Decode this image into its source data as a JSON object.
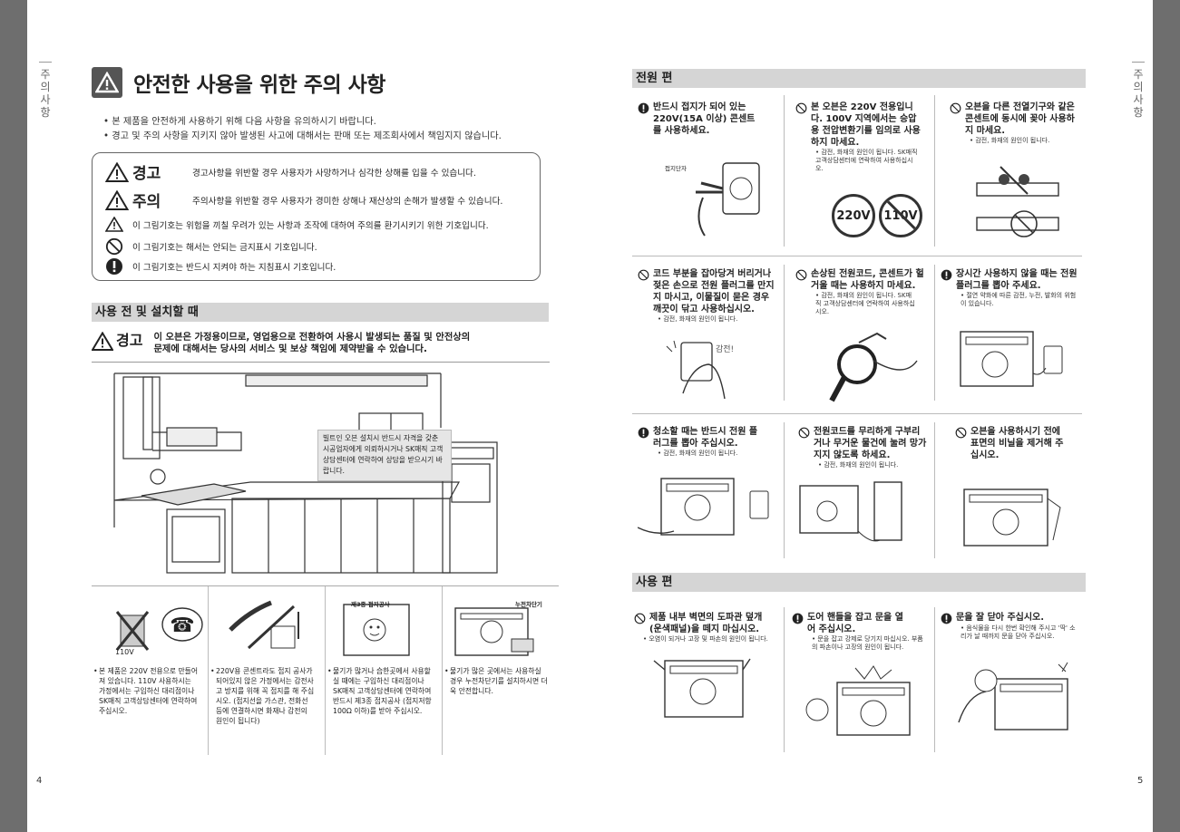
{
  "side_tab": "주의 사항",
  "page_numbers": {
    "left": "4",
    "right": "5"
  },
  "left": {
    "title": "안전한 사용을 위한 주의 사항",
    "bullets": [
      "본 제품을 안전하게 사용하기 위해 다음 사항을 유의하시기 바랍니다.",
      "경고 및 주의 사항을 지키지 않아 발생된 사고에 대해서는 판매 또는 제조회사에서 책임지지 않습니다."
    ],
    "legend": {
      "warning_label": "경고",
      "warning_text": "경고사항을 위반할 경우 사용자가 사망하거나 심각한 상해를 입을 수 있습니다.",
      "caution_label": "주의",
      "caution_text": "주의사항을 위반할 경우 사용자가 경미한 상해나 재산상의 손해가 발생할 수 있습니다.",
      "symbol_triangle": "이 그림기호는 위험을 끼칠 우려가 있는 사항과 조작에 대하여 주의를 환기시키기 위한 기호입니다.",
      "symbol_prohibit": "이 그림기호는 해서는 안되는 금지표시 기호입니다.",
      "symbol_mandatory": "이 그림기호는 반드시 지켜야 하는 지침표시 기호입니다."
    },
    "section_title": "사용 전 및 설치할 때",
    "section_warning_label": "경고",
    "section_warning_text": "이 오븐은 가정용이므로, 영업용으로 전환하여 사용시 발생되는 품질 및 안전상의 문제에 대해서는 당사의 서비스 및 보상 책임에 제약받을 수 있습니다.",
    "speech_bubble": "빌트인 오븐 설치시 반드시 자격을 갖춘 시공업자에게 의뢰하시거나 SK매직 고객상담센터에 연락하여 상담을 받으시기 바랍니다.",
    "notes": [
      {
        "image_label": "110V",
        "text": "본 제품은 220V 전용으로 만들어져 있습니다. 110V 사용하시는 가정에서는 구입하신 대리점이나 SK매직 고객상담센터에 연락하여 주십시오."
      },
      {
        "image_label": "",
        "text": "220V용 콘센트라도 접지 공사가 되어있지 않은 가정에서는 감전사고 방지를 위해 꼭 접지를 해 주십시오. (접지선을 가스관, 전화선 등에 연결하시면 화재나 감전의 원인이 됩니다)"
      },
      {
        "image_label": "제3종 접지공사",
        "text": "물기가 많거나 습한곳에서 사용할실 때에는 구입하신 대리점이나 SK매직 고객상담센터에 연락하여 반드시 제3종 접지공사 (접지저항 100Ω 이하)를 받아 주십시오."
      },
      {
        "image_label": "누전차단기",
        "text": "물기가 많은 곳에서는 사용하실 경우 누전차단기를 설치하시면 더욱 안전합니다."
      }
    ]
  },
  "right": {
    "power_title": "전원 편",
    "power_items": [
      {
        "icon": "mandatory",
        "title": "반드시 접지가 되어 있는 220V(15A 이상) 콘센트를 사용하세요.",
        "sub": "",
        "image_label": "접지단자"
      },
      {
        "icon": "prohibit",
        "title": "본 오븐은 220V 전용입니다. 100V 지역에서는 승압용 전압변환기를 임의로 사용하지 마세요.",
        "sub": "감전, 화재의 원인이 됩니다. SK매직 고객상담센터에 연락하여 사용하십시오.",
        "badges": [
          "220V",
          "110V"
        ]
      },
      {
        "icon": "prohibit",
        "title": "오븐을 다른 전열기구와 같은 콘센트에 동시에 꽂아 사용하지 마세요.",
        "sub": "감전, 화재의 원인이 됩니다."
      },
      {
        "icon": "prohibit",
        "title": "코드 부분을 잡아당겨 버리거나 젖은 손으로 전원 플러그를 만지지 마시고, 이물질이 묻은 경우 깨끗이 닦고 사용하십시오.",
        "sub": "감전, 화재의 원인이 됩니다.",
        "image_label": "감전!"
      },
      {
        "icon": "prohibit",
        "title": "손상된 전원코드, 콘센트가 헐거울 때는 사용하지 마세요.",
        "sub": "감전, 화재의 원인이 됩니다. SK매직 고객상담센터에 연락하여 사용하십시오."
      },
      {
        "icon": "mandatory",
        "title": "장시간 사용하지 않을 때는 전원 플러그를 뽑아 주세요.",
        "sub": "절연 약화에 따른 감전, 누전, 발화의 위험이 있습니다."
      },
      {
        "icon": "mandatory",
        "title": "청소할 때는 반드시 전원 플러그를 뽑아 주십시오.",
        "sub": "감전, 화재의 원인이 됩니다."
      },
      {
        "icon": "prohibit",
        "title": "전원코드를 무리하게 구부리거나 무거운 물건에 눌려 망가지지 않도록 하세요.",
        "sub": "감전, 화재의 원인이 됩니다."
      },
      {
        "icon": "prohibit",
        "title": "오븐을 사용하시기 전에 표면의 비닐을 제거해 주십시오.",
        "sub": ""
      }
    ],
    "use_title": "사용 편",
    "use_items": [
      {
        "icon": "prohibit",
        "title": "제품 내부 벽면의 도파관 덮개 (운색패널)을 떼지 마십시오.",
        "sub": "오염이 되거나 고장 및 파손의 원인이 됩니다."
      },
      {
        "icon": "mandatory",
        "title": "도어 핸들을 잡고 문을 열어 주십시오.",
        "sub": "문을 잡고 강제로 당기지 마십시오. 부품의 파손이나 고장의 원인이 됩니다."
      },
      {
        "icon": "mandatory",
        "title": "문을 잘 닫아 주십시오.",
        "sub": "음식물을 다시 한번 확인해 주시고 '딱' 소리가 날 때까지 문을 닫아 주십시오."
      }
    ]
  }
}
